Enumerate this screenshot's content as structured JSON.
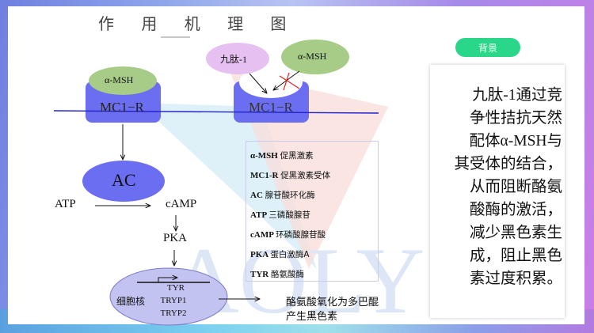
{
  "title": "作 用 机 理 图",
  "diagram": {
    "left_receptor": {
      "ligand": "α-MSH",
      "receptor": "MC1−R"
    },
    "right_receptor": {
      "competitor": "九肽-1",
      "ligand": "α-MSH",
      "receptor": "MC1−R",
      "blocked": true
    },
    "enzyme": "AC",
    "substrate": "ATP",
    "product": "cAMP",
    "kinase": "PKA",
    "nucleus": {
      "label": "细胞核",
      "genes": [
        "TYR",
        "TRYP1",
        "TRYP2"
      ]
    },
    "outcome": [
      "酪氨酸氧化为多巴醌",
      "产生黑色素"
    ]
  },
  "legend": [
    {
      "abbr": "α-MSH",
      "desc": "促黑激素"
    },
    {
      "abbr": "MC1-R",
      "desc": "促黑激素受体"
    },
    {
      "abbr": "AC",
      "desc": "腺苷酸环化酶"
    },
    {
      "abbr": "ATP",
      "desc": "三磷酸腺苷"
    },
    {
      "abbr": "cAMP",
      "desc": "环磷酸腺苷酸"
    },
    {
      "abbr": "PKA",
      "desc": "蛋白激酶A"
    },
    {
      "abbr": "TYR",
      "desc": "酪氨酸酶"
    }
  ],
  "background_panel": {
    "badge": "背景",
    "lines": [
      "九肽-1通过竞",
      "争性拮抗天然",
      "配体α-MSH与",
      "其受体的结合，",
      "从而阻断酪氨",
      "酸酶的激活，",
      "减少黑色素生",
      "成，阻止黑色",
      "素过度积累。"
    ]
  },
  "watermark": "AOLY",
  "colors": {
    "receptor": "#6b6ef0",
    "ligand": "#a6cc88",
    "competitor": "#e6c0f0",
    "nucleus": "#c3c3f2",
    "membrane": "#2222cc",
    "badge": "#2ad68a",
    "block": "#e02020"
  }
}
